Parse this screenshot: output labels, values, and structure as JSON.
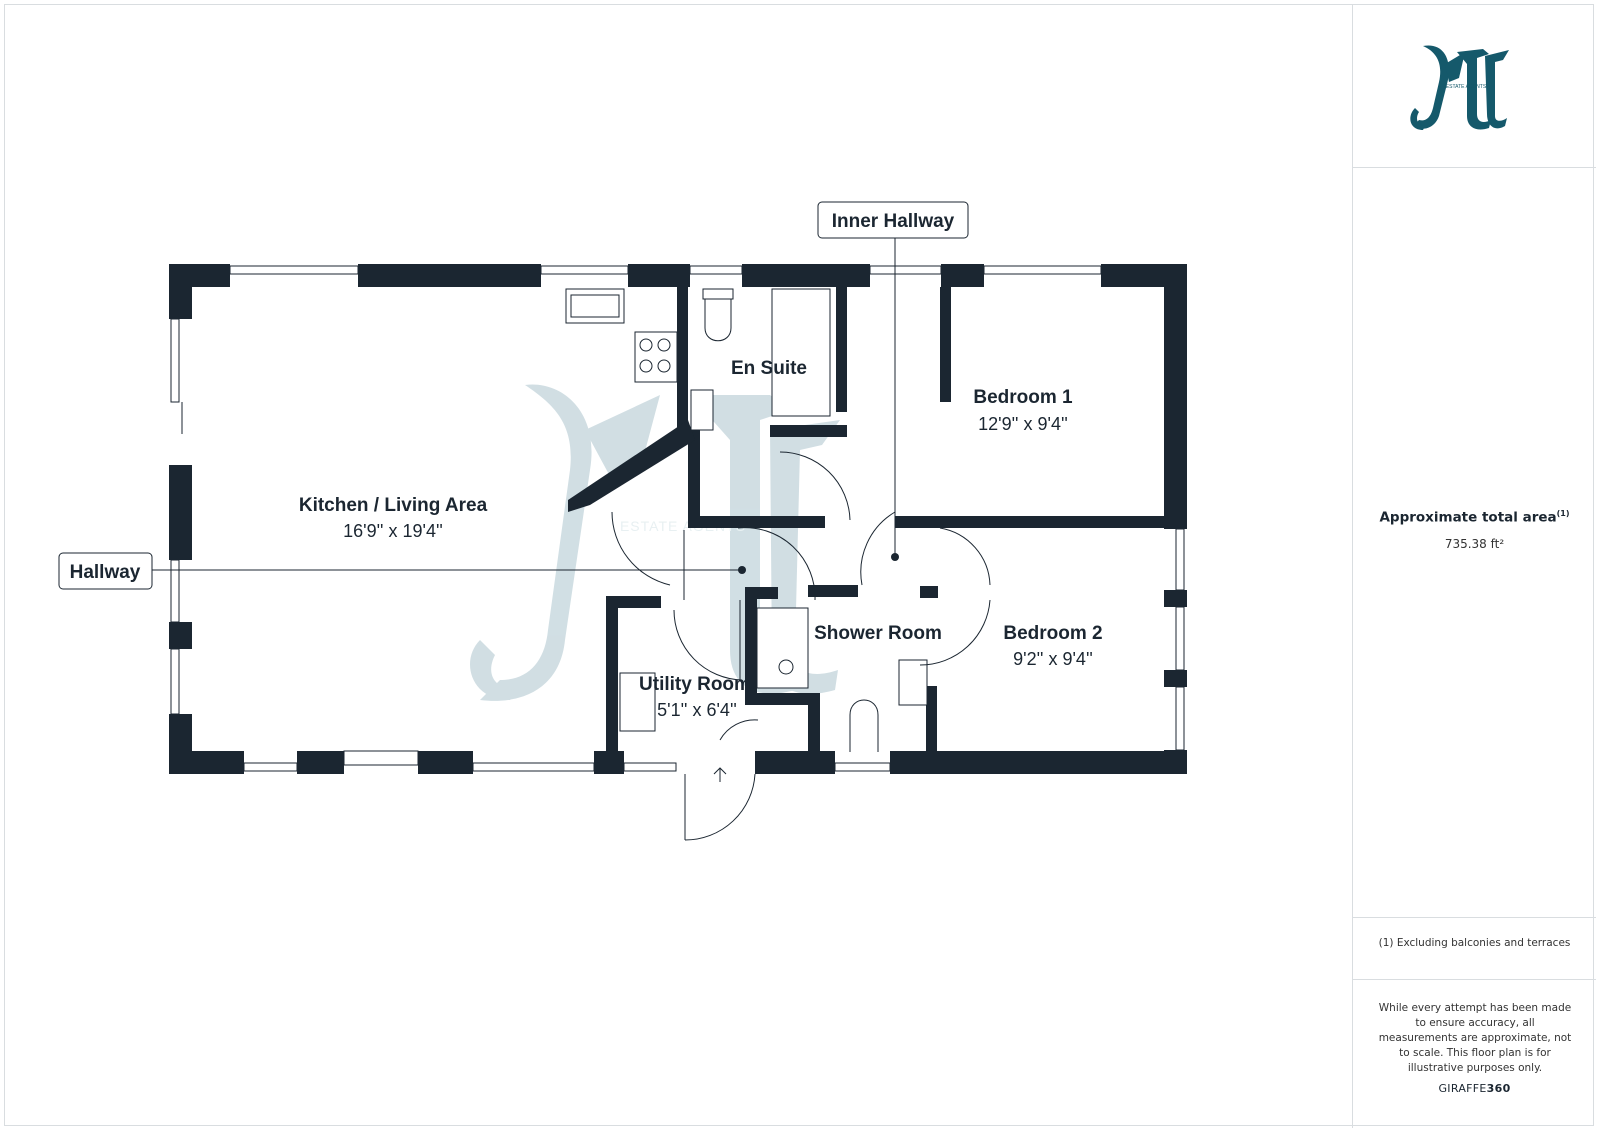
{
  "plan": {
    "callouts": {
      "inner_hallway": "Inner Hallway",
      "hallway": "Hallway"
    },
    "rooms": {
      "kitchen": {
        "name": "Kitchen / Living Area",
        "size": "16'9'' x 19'4''"
      },
      "en_suite": {
        "name": "En Suite"
      },
      "bedroom1": {
        "name": "Bedroom 1",
        "size": "12'9'' x 9'4''"
      },
      "shower": {
        "name": "Shower Room"
      },
      "bedroom2": {
        "name": "Bedroom 2",
        "size": "9'2'' x 9'4''"
      },
      "utility": {
        "name": "Utility Room",
        "size": "5'1'' x 6'4''"
      }
    },
    "watermark_text": "ESTATE AGENTS"
  },
  "sidebar": {
    "logo_text": "ESTATE AGENTS",
    "area_title": "Approximate total area",
    "area_footnote_marker": "(1)",
    "area_value": "735.38 ft²",
    "footnote": "(1) Excluding balconies and terraces",
    "disclaimer": "While every attempt has been made to ensure accuracy, all measurements are approximate, not to scale. This floor plan is for illustrative purposes only.",
    "brand_a": "GIRAFFE",
    "brand_b": "360"
  },
  "colors": {
    "wall": "#1b2631",
    "watermark": "#c9d9df",
    "logo": "#15596b"
  }
}
